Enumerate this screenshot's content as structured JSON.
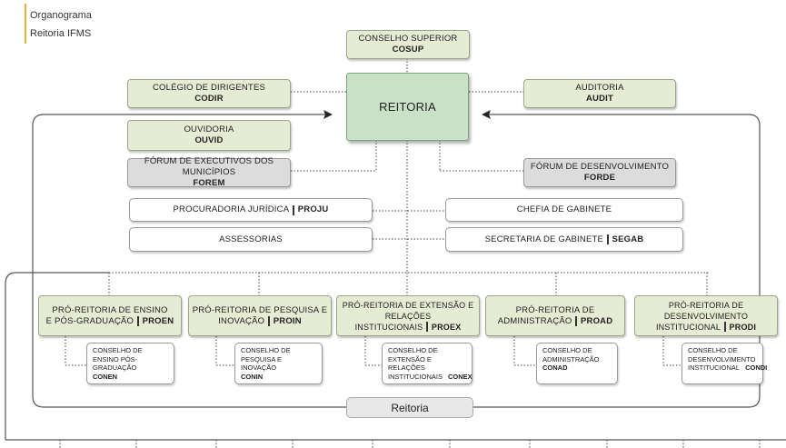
{
  "header": {
    "line1": "Organograma",
    "line2": "Reitoria IFMS"
  },
  "reitoria": {
    "label": "REITORIA"
  },
  "cosup": {
    "name": "CONSELHO SUPERIOR",
    "acronym": "COSUP"
  },
  "codir": {
    "name": "COLÉGIO DE DIRIGENTES",
    "acronym": "CODIR"
  },
  "audit": {
    "name": "AUDITORIA",
    "acronym": "AUDIT"
  },
  "ouvid": {
    "name": "OUVIDORIA",
    "acronym": "OUVID"
  },
  "forem": {
    "name": "FÓRUM DE EXECUTIVOS DOS MUNICÍPIOS",
    "acronym": "FOREM"
  },
  "forde": {
    "name": "FÓRUM DE DESENVOLVIMENTO",
    "acronym": "FORDE"
  },
  "proju": {
    "name": "PROCURADORIA JURÍDICA",
    "acronym": "PROJU"
  },
  "assessorias": {
    "name": "ASSESSORIAS"
  },
  "chefia": {
    "name": "CHEFIA DE GABINETE"
  },
  "segab": {
    "name": "SECRETARIA DE GABINETE",
    "acronym": "SEGAB"
  },
  "proreitorias": [
    {
      "line1": "PRÓ-REITORIA DE ENSINO",
      "line2": "E PÓS-GRADUAÇÃO",
      "acronym": "PROEN",
      "council": [
        "CONSELHO DE",
        "ENSINO PÓS-GRADUAÇÃO"
      ],
      "council_acronym": "CONEN"
    },
    {
      "line1": "PRÓ-REITORIA DE PESQUISA E",
      "line2": "INOVAÇÃO",
      "acronym": "PROIN",
      "council": [
        "CONSELHO DE",
        "PESQUISA E INOVAÇÃO"
      ],
      "council_acronym": "CONIN"
    },
    {
      "line1": "PRÓ-REITORIA DE EXTENSÃO E RELAÇÕES",
      "line2": "INSTITUCIONAIS",
      "acronym": "PROEX",
      "council": [
        "CONSELHO DE",
        "EXTENSÃO E RELAÇÕES"
      ],
      "council_line3": "INSTITUCIONAIS",
      "council_acronym": "CONEX"
    },
    {
      "line1": "PRÓ-REITORIA DE",
      "line2": "ADMINISTRAÇÃO",
      "acronym": "PROAD",
      "council": [
        "CONSELHO DE",
        "ADMINISTRAÇÃO"
      ],
      "council_acronym": "CONAD"
    },
    {
      "line1": "PRÓ-REITORIA DE DESENVOLVIMENTO",
      "line2": "INSTITUCIONAL",
      "acronym": "PRODI",
      "council": [
        "CONSELHO DE",
        "DESENVOLVIMENTO"
      ],
      "council_line3": "INSTITUCIONAL",
      "council_acronym": "CONDI"
    }
  ],
  "footer": {
    "label": "Reitoria"
  }
}
